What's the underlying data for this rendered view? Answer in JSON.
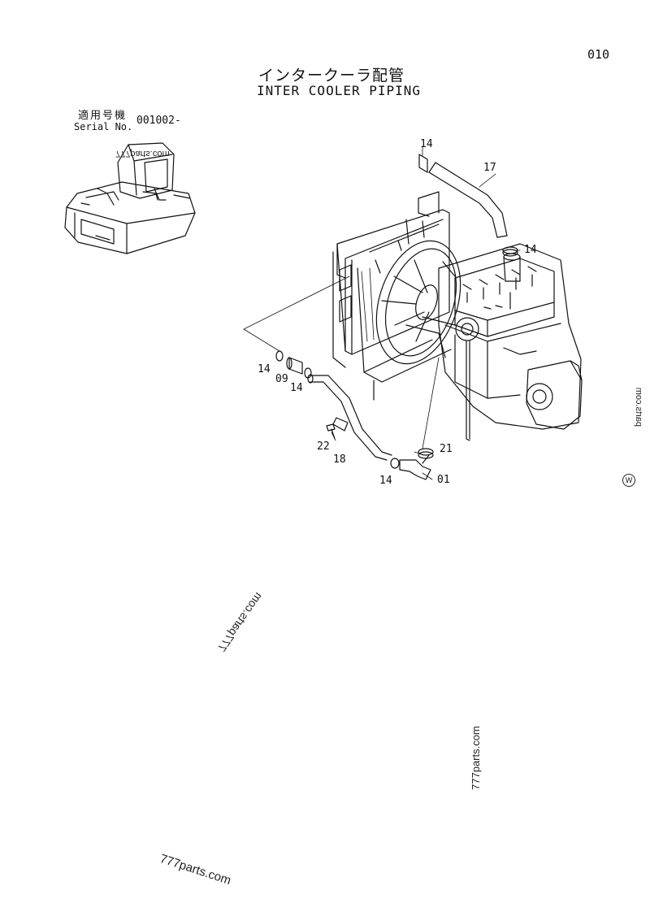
{
  "page_number": "010",
  "title": {
    "japanese": "インタークーラ配管",
    "english": "INTER COOLER PIPING"
  },
  "serial": {
    "label_japanese": "適用号機",
    "label_english": "Serial No.",
    "value": "001002-"
  },
  "callouts": [
    {
      "id": "c14a",
      "text": "14"
    },
    {
      "id": "c17",
      "text": "17"
    },
    {
      "id": "c14b",
      "text": "14"
    },
    {
      "id": "c14c",
      "text": "14"
    },
    {
      "id": "c09",
      "text": "09"
    },
    {
      "id": "c14d",
      "text": "14"
    },
    {
      "id": "c22",
      "text": "22"
    },
    {
      "id": "c18",
      "text": "18"
    },
    {
      "id": "c21",
      "text": "21"
    },
    {
      "id": "c14e",
      "text": "14"
    },
    {
      "id": "c01",
      "text": "01"
    }
  ],
  "watermarks": [
    "777parts.com",
    "777parts.com",
    "777parts.com",
    "777parts.com",
    "parts.com"
  ],
  "mark": "W",
  "colors": {
    "ink": "#111111",
    "paper": "#ffffff"
  }
}
